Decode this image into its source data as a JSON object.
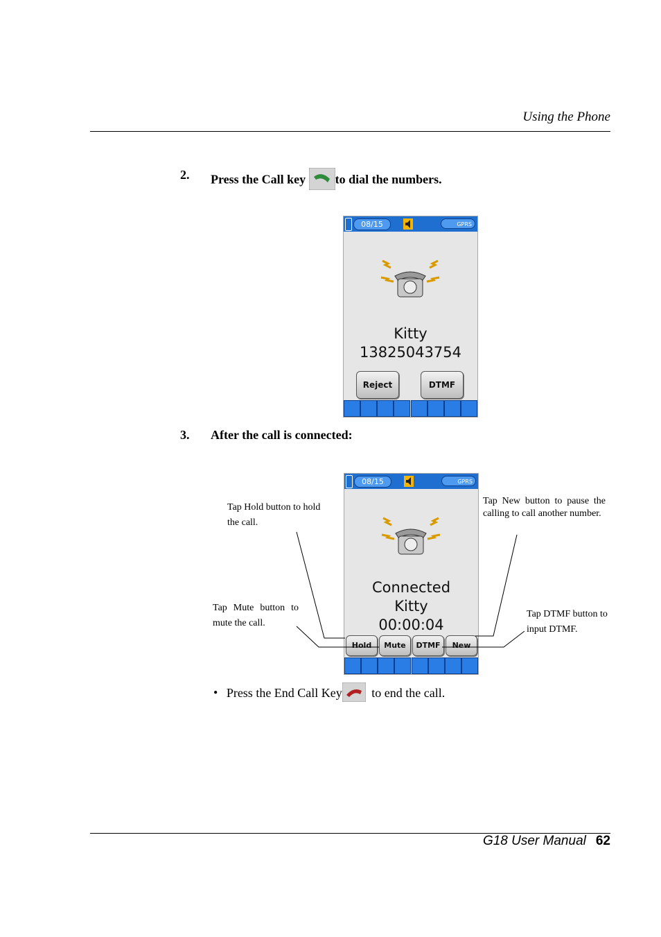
{
  "header": {
    "section_title": "Using the Phone"
  },
  "step2": {
    "number": "2.",
    "text_before": "Press the Call key",
    "text_after": "to dial the numbers.",
    "key_icon": "green-call-key-icon"
  },
  "screen1": {
    "date": "08/15",
    "signal_label": "GPRS",
    "contact_name": "Kitty",
    "phone_number": "13825043754",
    "reject_label": "Reject",
    "dtmf_label": "DTMF"
  },
  "step3": {
    "number": "3.",
    "text": "After the call is connected:"
  },
  "screen2": {
    "date": "08/15",
    "signal_label": "GPRS",
    "status": "Connected",
    "contact_name": "Kitty",
    "timer": "00:00:04",
    "buttons": [
      "Hold",
      "Mute",
      "DTMF",
      "New"
    ]
  },
  "callouts": {
    "hold_line1": "Tap Hold button to hold",
    "hold_line2": "the call.",
    "mute_line1": "Tap Mute button to",
    "mute_line2": "mute the call.",
    "new_line1": "Tap New button to pause the",
    "new_line2": "calling to call another number.",
    "dtmf_line1": "Tap DTMF button to",
    "dtmf_line2": "input DTMF."
  },
  "bullet": {
    "symbol": "•",
    "text_before": "Press the End Call Key",
    "text_after": "to end the call.",
    "key_icon": "red-end-call-key-icon"
  },
  "footer": {
    "manual_title": "G18 User Manual",
    "page_number": "62"
  },
  "colors": {
    "status_bar": "#1f6fd0",
    "screen_bg": "#e6e6e6",
    "call_key": "#2e8b3a",
    "end_key": "#b02020"
  },
  "toolbar_icons": [
    "home-icon",
    "list-icon",
    "search-icon",
    "contrast-icon",
    "brightness-icon",
    "download-icon",
    "keyboard-icon",
    "up-arrow-icon"
  ]
}
